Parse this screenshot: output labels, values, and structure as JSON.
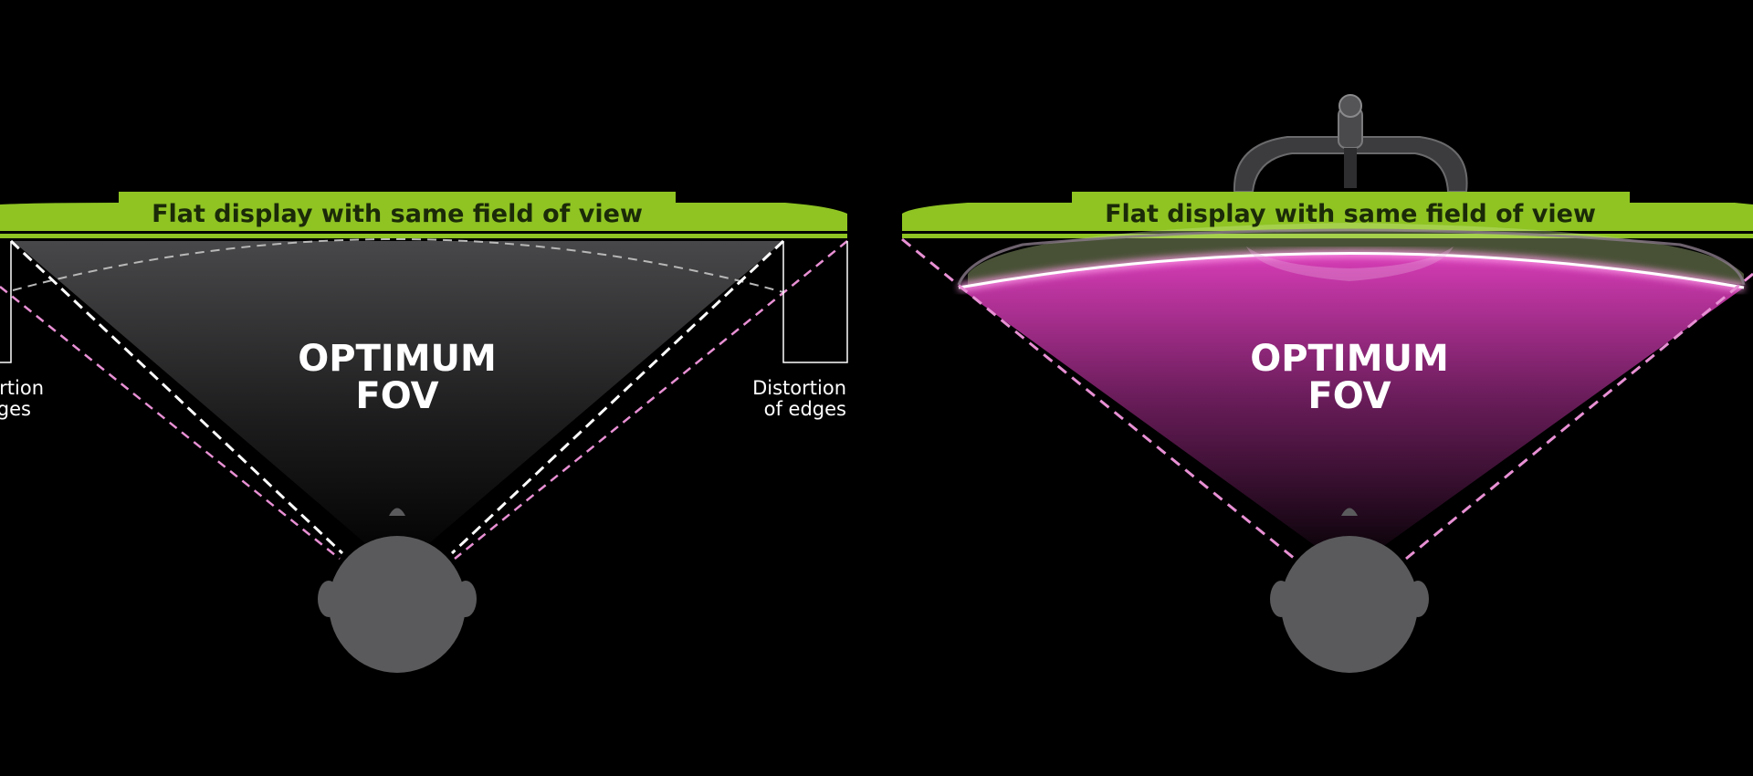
{
  "colors": {
    "background": "#000000",
    "flat_display_bar": "#8fc423",
    "fov_dark_panel": "#3d3d3f",
    "fov_curved_panel": "#d43cb4",
    "head": "#5a5a5c",
    "dashed_white": "#ffffff",
    "dashed_pink": "#e890d4"
  },
  "left_panel": {
    "bar_label": "Flat display with same field of view",
    "fov_line1": "OPTIMUM",
    "fov_line2": "FOV",
    "distortion_left_line1": "Distortion",
    "distortion_left_line2": "of edges",
    "distortion_right_line1": "Distortion",
    "distortion_right_line2": "of edges"
  },
  "right_panel": {
    "bar_label": "Flat display with same field of view",
    "fov_line1": "OPTIMUM",
    "fov_line2": "FOV"
  },
  "icons": {
    "head": "head-icon",
    "monitor": "curved-monitor-icon"
  }
}
